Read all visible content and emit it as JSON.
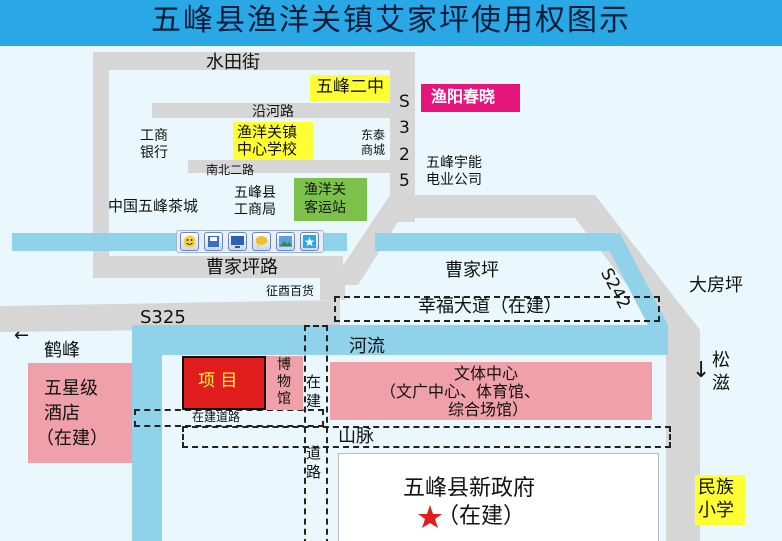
{
  "title": "五峰县渔洋关镇艾家坪使用权图示",
  "labels": {
    "shuitian": "水田街",
    "wufeng_no2_line": "五峰二中",
    "yuyang_chunxiao": "渔阳春晓",
    "yanhe": "沿河路",
    "s325_vertical": [
      "S",
      "3",
      "2",
      "5"
    ],
    "gongshang_bank": [
      "工商",
      "银行"
    ],
    "center_school": [
      "渔洋关镇",
      "中心学校"
    ],
    "dongtai": [
      "东泰",
      "商城"
    ],
    "yufeng_power": [
      "五峰宇能",
      "电业公司"
    ],
    "nanbei": "南北二路",
    "tea_city": "中国五峰茶城",
    "gongshang_bureau": [
      "五峰县",
      "工商局"
    ],
    "bus_station": [
      "渔洋关",
      "客运站"
    ],
    "caojiaping_rd": "曹家坪路",
    "caojiaping": "曹家坪",
    "s242": "S242",
    "dafangping": "大房坪",
    "zhengxi": "征酉百货",
    "xingfu": "幸福大道（在建）",
    "s325": "S325",
    "hefeng": "鹤峰",
    "arrow_left": "←",
    "river": "河流",
    "songzi": [
      "松",
      "滋"
    ],
    "arrow_down": "↓",
    "hotel": [
      "五星级",
      "酒店",
      "（在建）"
    ],
    "project": "项  目",
    "museum": [
      "博",
      "物",
      "馆"
    ],
    "zaijian_side": [
      "在",
      "建"
    ],
    "wenti": [
      "文体中心",
      "（文广中心、体育馆、",
      "综合场馆）"
    ],
    "road_building": "在建道路",
    "shanmai": "山脉",
    "dao_lu": [
      "道",
      "路"
    ],
    "gov": [
      "五峰县新政府",
      "（在建）"
    ],
    "minzu": [
      "民族",
      "小学"
    ]
  },
  "toolbar_icons": [
    "smiley-icon",
    "save-icon",
    "monitor-icon",
    "chat-icon",
    "image-icon",
    "star-icon"
  ],
  "colors": {
    "title_bg": "#2aa8e6",
    "road": "#d6d6d6",
    "river": "#8fd2ea",
    "yellow": "#ffff33",
    "magenta": "#e6157c",
    "green": "#7cc24a",
    "pink": "#f0a0a8",
    "project_red": "#e01c1c"
  }
}
